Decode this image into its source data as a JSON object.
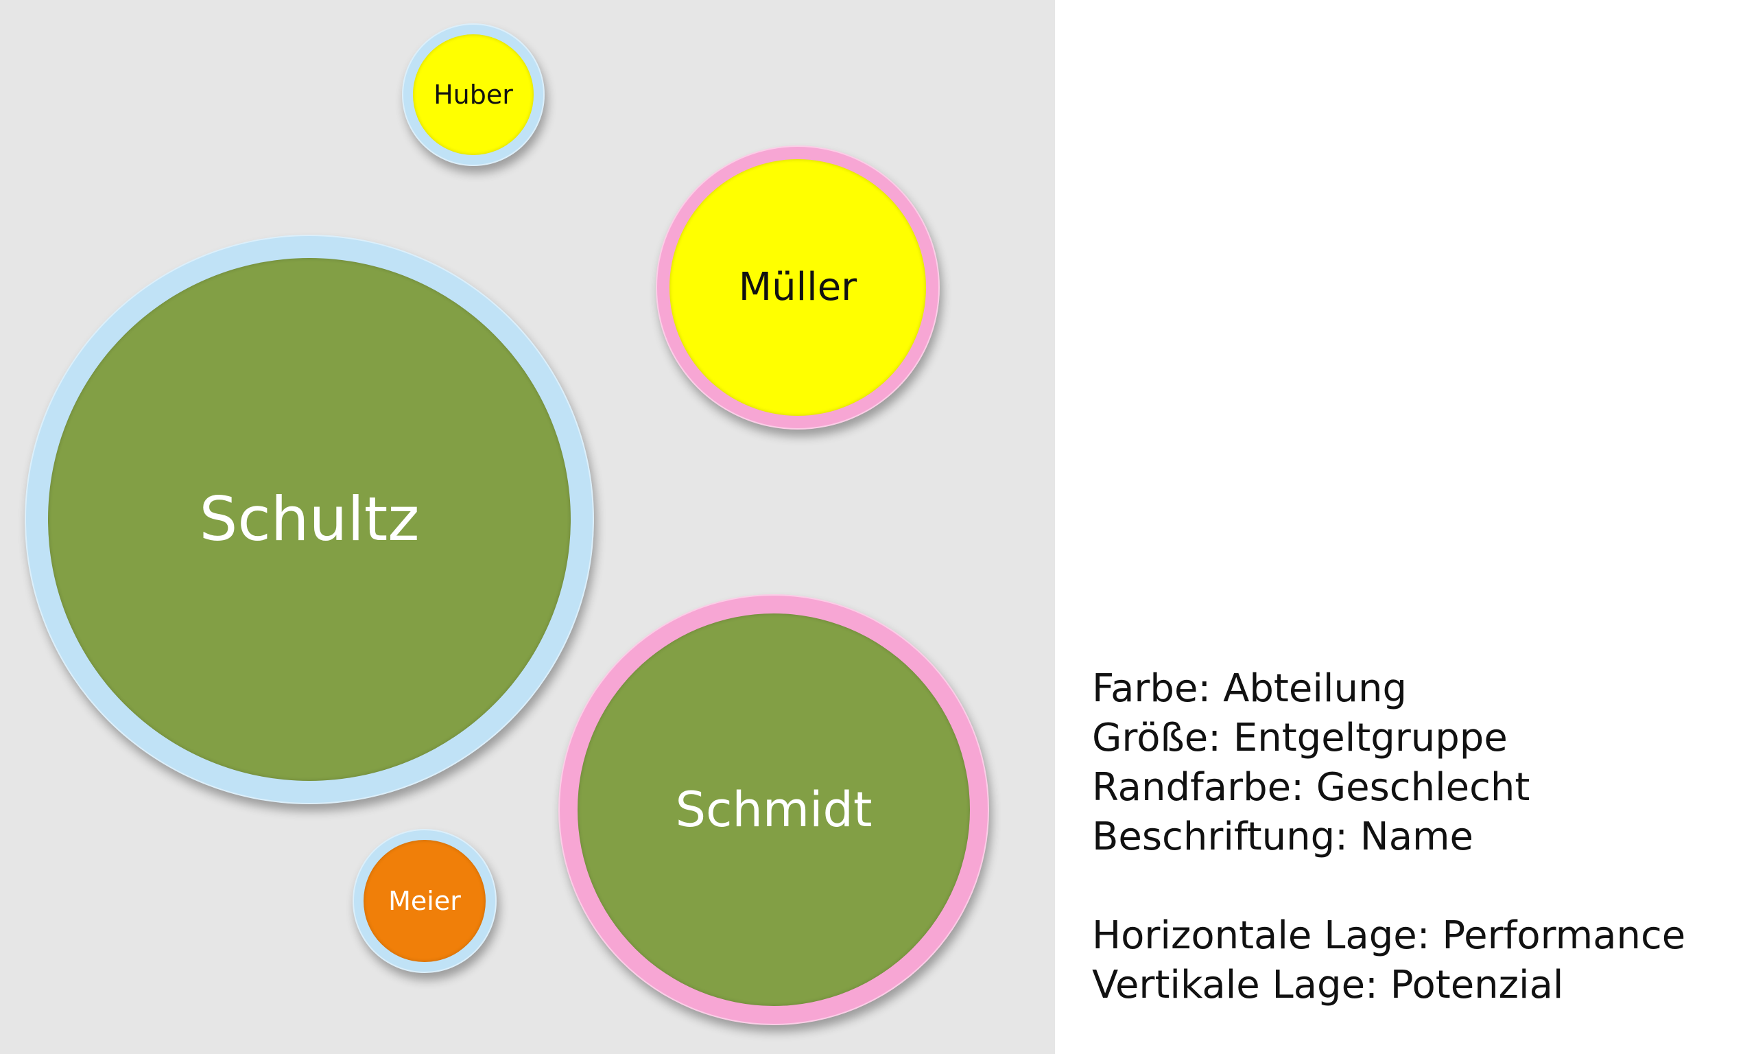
{
  "bubbles": [
    {
      "id": "huber",
      "label": "Huber",
      "fill": "#ffff00",
      "ring": "#c0e2f6"
    },
    {
      "id": "mueller",
      "label": "Müller",
      "fill": "#ffff00",
      "ring": "#f7a6d4"
    },
    {
      "id": "schultz",
      "label": "Schultz",
      "fill": "#829f45",
      "ring": "#c0e2f6"
    },
    {
      "id": "schmidt",
      "label": "Schmidt",
      "fill": "#829f45",
      "ring": "#f7a6d4"
    },
    {
      "id": "meier",
      "label": "Meier",
      "fill": "#f07f09",
      "ring": "#c0e2f6"
    }
  ],
  "legend": {
    "line1": "Farbe: Abteilung",
    "line2": "Größe: Entgeltgruppe",
    "line3": "Randfarbe: Geschlecht",
    "line4": "Beschriftung: Name",
    "line5": "Horizontale Lage: Performance",
    "line6": "Vertikale Lage: Potenzial"
  },
  "colors": {
    "plot_background": "#e6e6e6",
    "page_background": "#ffffff"
  }
}
